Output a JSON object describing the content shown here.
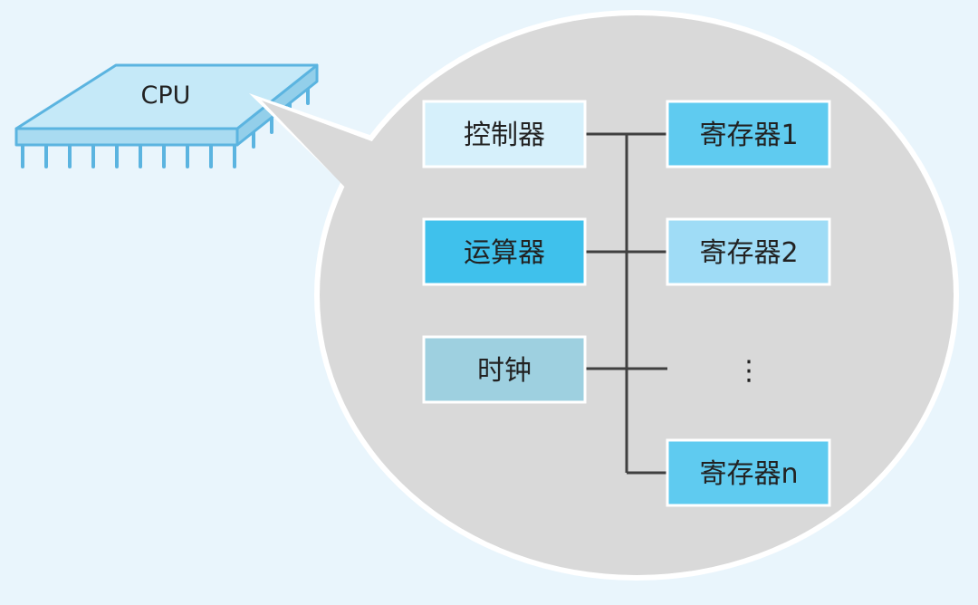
{
  "chip": {
    "label": "CPU"
  },
  "components": [
    {
      "label": "控制器",
      "fill": "#d6f0fb"
    },
    {
      "label": "运算器",
      "fill": "#3fc1ec"
    },
    {
      "label": "时钟",
      "fill": "#9ed0e0"
    }
  ],
  "registers": [
    {
      "label": "寄存器1",
      "fill": "#5fcbf0"
    },
    {
      "label": "寄存器2",
      "fill": "#9fdcf6"
    },
    {
      "label": "⋮",
      "fill": "none"
    },
    {
      "label": "寄存器n",
      "fill": "#5fcbf0"
    }
  ],
  "colors": {
    "background": "#e9f5fc",
    "bubble": "#d9d9d9",
    "bubble_outline": "#ffffff",
    "chip_fill": "#c5e9f8",
    "chip_edge": "#5bb4e0",
    "connector": "#404040"
  }
}
